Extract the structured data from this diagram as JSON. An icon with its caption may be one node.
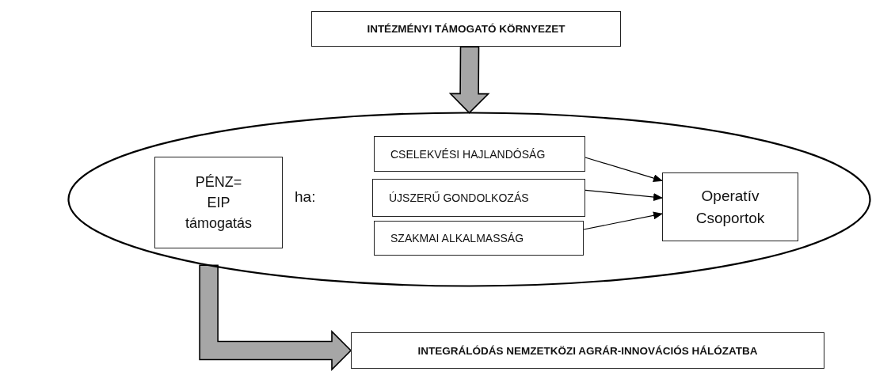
{
  "diagram": {
    "nodes": [
      {
        "text": [
          "INTÉZMÉNYI TÁMOGATÓ KÖRNYEZET"
        ]
      },
      {
        "text": [],
        "shape": "ellipse"
      },
      {
        "text": [
          "PÉNZ= EIP támogatás"
        ],
        "in": 1
      },
      {
        "text": [
          "CSELEKVÉSI HAJLANDÓSÁG"
        ],
        "in": 1
      },
      {
        "text": [
          "ÚJSZERŰ GONDOLKOZÁS"
        ],
        "in": 1
      },
      {
        "text": [
          "SZAKMAI ALKALMASSÁG"
        ],
        "in": 1
      },
      {
        "text": [
          "Operatív Csoportok"
        ],
        "in": 1
      },
      {
        "text": [
          "INTEGRÁLÓDÁS NEMZETKÖZI AGRÁR-INNOVÁCIÓS HÁLÓZATBA"
        ]
      }
    ],
    "edges": [
      {
        "from": 0,
        "to": 1,
        "arrow": "to",
        "style": "thick",
        "color": "#a6a6a6"
      },
      {
        "from": 3,
        "to": 6,
        "arrow": "to"
      },
      {
        "from": 4,
        "to": 6,
        "arrow": "to"
      },
      {
        "from": 5,
        "to": 6,
        "arrow": "to"
      },
      {
        "from": 1,
        "to": 7,
        "arrow": "to",
        "style": "thick",
        "color": "#a6a6a6"
      }
    ],
    "labels": [
      "ha:"
    ]
  }
}
